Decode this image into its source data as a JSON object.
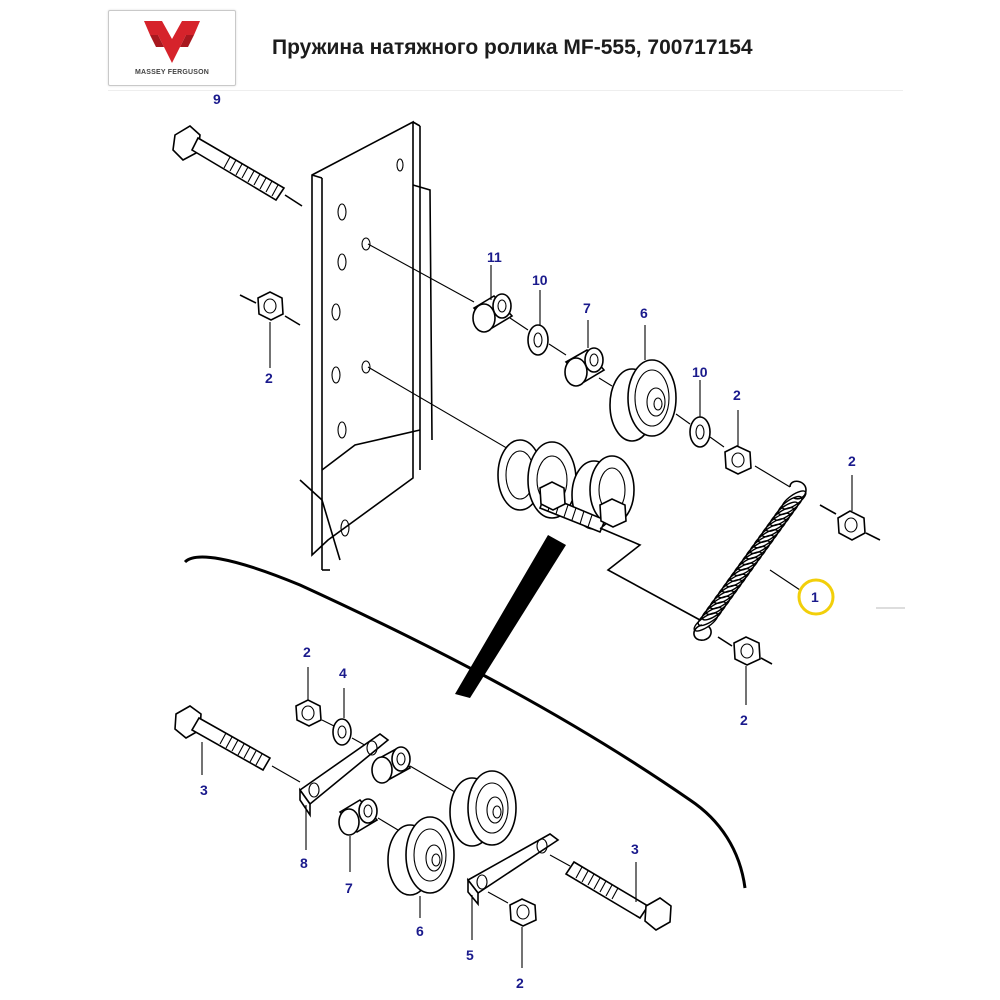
{
  "header": {
    "title": "Пружина натяжного ролика MF-555, 700717154",
    "logo_icon": "massey-ferguson-logo-icon",
    "logo_text": "MASSEY FERGUSON",
    "logo_color": "#d6232b"
  },
  "callouts": {
    "c9": "9",
    "c11": "11",
    "c10a": "10",
    "c7a": "7",
    "c6a": "6",
    "c10b": "10",
    "c2a": "2",
    "c2b": "2",
    "c2c": "2",
    "c1": "1",
    "c2d": "2",
    "c2e": "2",
    "c4": "4",
    "c3a": "3",
    "c8": "8",
    "c7b": "7",
    "c6b": "6",
    "c5": "5",
    "c3b": "3",
    "c2f": "2"
  },
  "highlight": {
    "callout": "1",
    "color": "#f2cf0a"
  },
  "label_color": "#1a1a8c"
}
